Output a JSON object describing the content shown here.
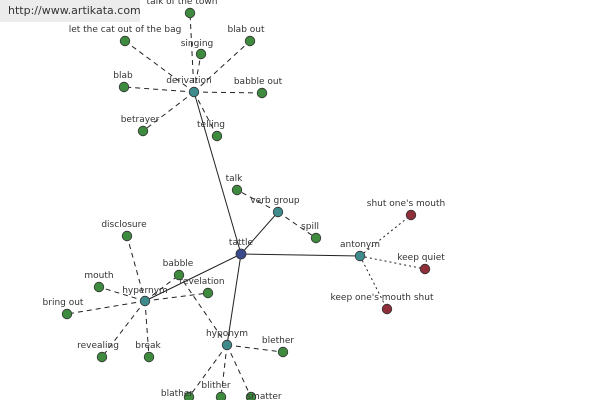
{
  "watermark": "http://www.artikata.com",
  "colors": {
    "center": "#3a4a8c",
    "hub": "#3f8a8a",
    "leaf": "#3e8a3e",
    "antonym": "#8e2f3a"
  },
  "graph": {
    "nodes": [
      {
        "id": "tattle",
        "label": "tattle",
        "kind": "center"
      },
      {
        "id": "derivation",
        "label": "derivation",
        "kind": "hub"
      },
      {
        "id": "verb-group",
        "label": "verb group",
        "kind": "hub"
      },
      {
        "id": "antonym",
        "label": "antonym",
        "kind": "hub"
      },
      {
        "id": "hypernym",
        "label": "hypernym",
        "kind": "hub"
      },
      {
        "id": "hyponym",
        "label": "hyponym",
        "kind": "hub"
      },
      {
        "id": "talk-of-the-town",
        "label": "talk of the town",
        "kind": "leaf"
      },
      {
        "id": "let-the-cat-out-of-the-bag",
        "label": "let the cat out of the bag",
        "kind": "leaf"
      },
      {
        "id": "singing",
        "label": "singing",
        "kind": "leaf"
      },
      {
        "id": "blab-out",
        "label": "blab out",
        "kind": "leaf"
      },
      {
        "id": "blab",
        "label": "blab",
        "kind": "leaf"
      },
      {
        "id": "babble-out",
        "label": "babble out",
        "kind": "leaf"
      },
      {
        "id": "betrayer",
        "label": "betrayer",
        "kind": "leaf"
      },
      {
        "id": "telling",
        "label": "telling",
        "kind": "leaf"
      },
      {
        "id": "talk",
        "label": "talk",
        "kind": "leaf"
      },
      {
        "id": "spill",
        "label": "spill",
        "kind": "leaf"
      },
      {
        "id": "shut-ones-mouth",
        "label": "shut one's mouth",
        "kind": "antonym"
      },
      {
        "id": "keep-quiet",
        "label": "keep quiet",
        "kind": "antonym"
      },
      {
        "id": "keep-ones-mouth-shut",
        "label": "keep one's mouth shut",
        "kind": "antonym"
      },
      {
        "id": "disclosure",
        "label": "disclosure",
        "kind": "leaf"
      },
      {
        "id": "babble",
        "label": "babble",
        "kind": "leaf"
      },
      {
        "id": "revelation",
        "label": "revelation",
        "kind": "leaf"
      },
      {
        "id": "mouth",
        "label": "mouth",
        "kind": "leaf"
      },
      {
        "id": "bring-out",
        "label": "bring out",
        "kind": "leaf"
      },
      {
        "id": "revealing",
        "label": "revealing",
        "kind": "leaf"
      },
      {
        "id": "break",
        "label": "break",
        "kind": "leaf"
      },
      {
        "id": "blether",
        "label": "blether",
        "kind": "leaf"
      },
      {
        "id": "blather",
        "label": "blather",
        "kind": "leaf"
      },
      {
        "id": "blither",
        "label": "blither",
        "kind": "leaf"
      },
      {
        "id": "smatter",
        "label": "smatter",
        "kind": "leaf"
      }
    ],
    "edges": [
      {
        "from": "tattle",
        "to": "derivation",
        "style": "solid"
      },
      {
        "from": "tattle",
        "to": "verb-group",
        "style": "solid"
      },
      {
        "from": "tattle",
        "to": "antonym",
        "style": "solid"
      },
      {
        "from": "tattle",
        "to": "hypernym",
        "style": "solid"
      },
      {
        "from": "tattle",
        "to": "hyponym",
        "style": "solid"
      },
      {
        "from": "derivation",
        "to": "talk-of-the-town",
        "style": "dash"
      },
      {
        "from": "derivation",
        "to": "let-the-cat-out-of-the-bag",
        "style": "dash"
      },
      {
        "from": "derivation",
        "to": "singing",
        "style": "dash"
      },
      {
        "from": "derivation",
        "to": "blab-out",
        "style": "dash"
      },
      {
        "from": "derivation",
        "to": "blab",
        "style": "dash"
      },
      {
        "from": "derivation",
        "to": "babble-out",
        "style": "dash"
      },
      {
        "from": "derivation",
        "to": "betrayer",
        "style": "dash"
      },
      {
        "from": "derivation",
        "to": "telling",
        "style": "dash"
      },
      {
        "from": "verb-group",
        "to": "talk",
        "style": "dash"
      },
      {
        "from": "verb-group",
        "to": "spill",
        "style": "dash"
      },
      {
        "from": "antonym",
        "to": "shut-ones-mouth",
        "style": "dot"
      },
      {
        "from": "antonym",
        "to": "keep-quiet",
        "style": "dot"
      },
      {
        "from": "antonym",
        "to": "keep-ones-mouth-shut",
        "style": "dot"
      },
      {
        "from": "hypernym",
        "to": "disclosure",
        "style": "dash"
      },
      {
        "from": "hypernym",
        "to": "babble",
        "style": "dash"
      },
      {
        "from": "hypernym",
        "to": "revelation",
        "style": "dash"
      },
      {
        "from": "hypernym",
        "to": "mouth",
        "style": "dash"
      },
      {
        "from": "hypernym",
        "to": "bring-out",
        "style": "dash"
      },
      {
        "from": "hypernym",
        "to": "revealing",
        "style": "dash"
      },
      {
        "from": "hypernym",
        "to": "break",
        "style": "dash"
      },
      {
        "from": "hyponym",
        "to": "blether",
        "style": "dash"
      },
      {
        "from": "hyponym",
        "to": "blather",
        "style": "dash"
      },
      {
        "from": "hyponym",
        "to": "blither",
        "style": "dash"
      },
      {
        "from": "hyponym",
        "to": "smatter",
        "style": "dash"
      },
      {
        "from": "hyponym",
        "to": "babble",
        "style": "dash"
      }
    ]
  }
}
